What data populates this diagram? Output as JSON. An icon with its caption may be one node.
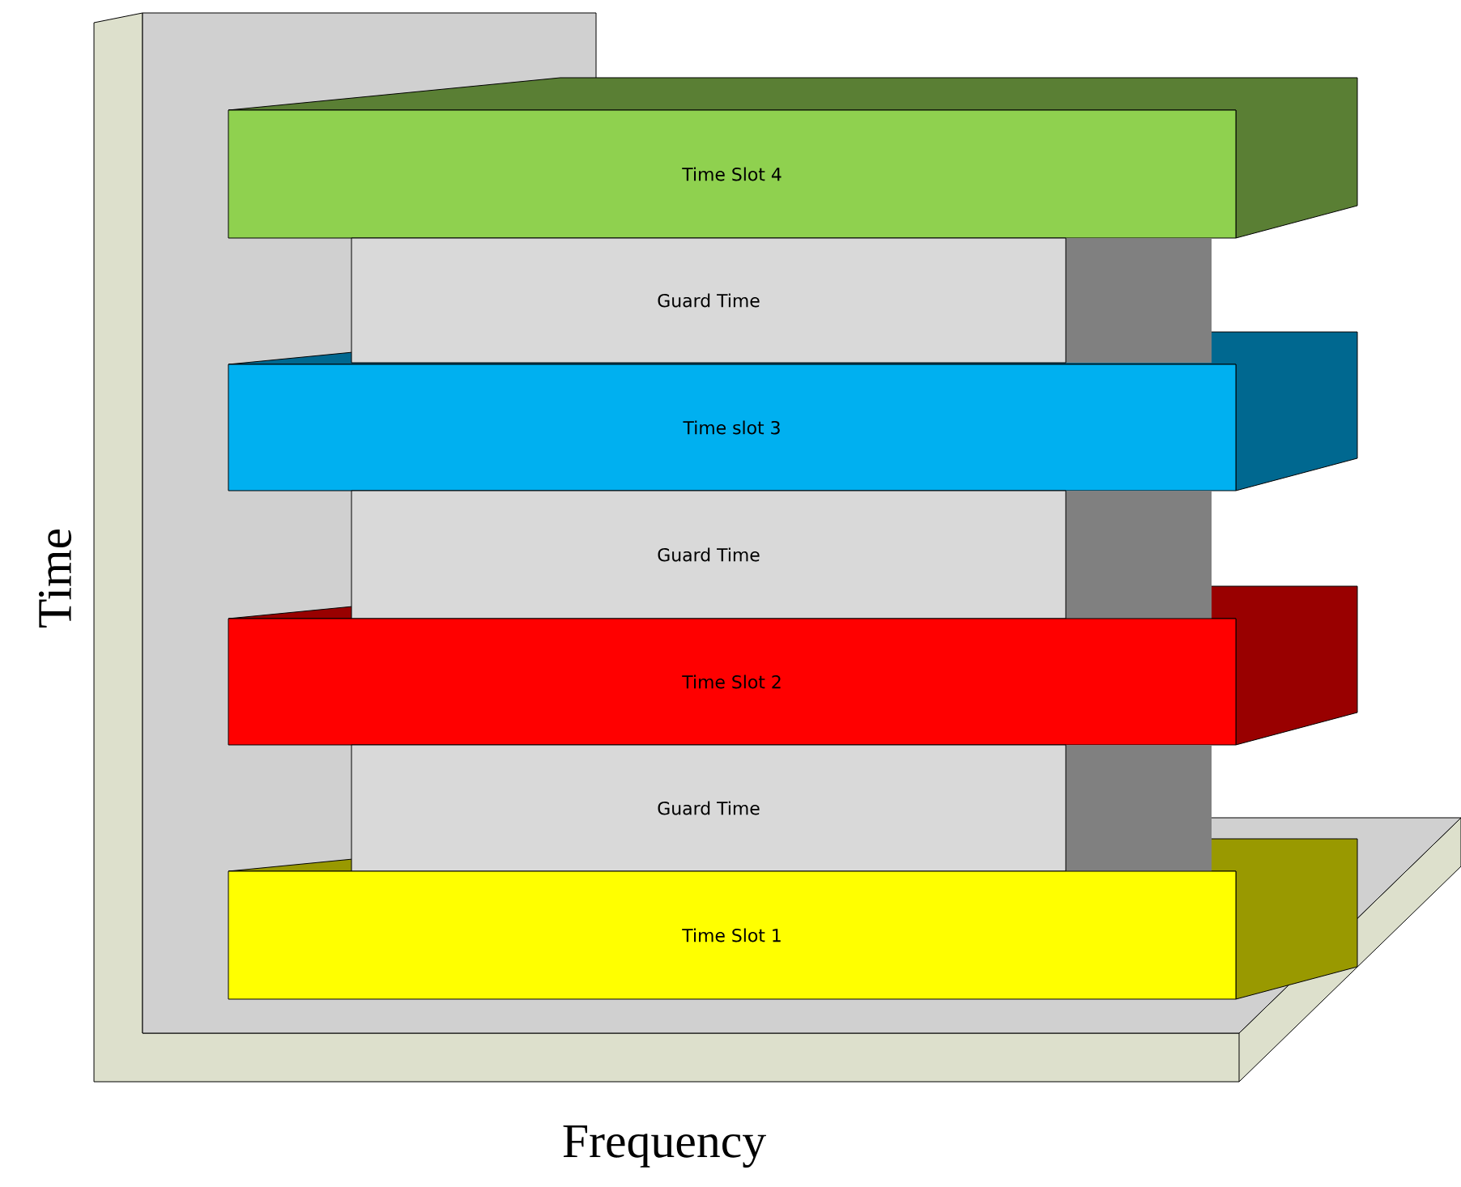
{
  "diagram": {
    "nodes": [
      {
        "text": [
          "Time Slot 4"
        ]
      },
      {
        "text": [
          "Guard Time"
        ]
      },
      {
        "text": [
          "Time slot 3"
        ]
      },
      {
        "text": [
          "Guard Time"
        ]
      },
      {
        "text": [
          "Time Slot 2"
        ]
      },
      {
        "text": [
          "Guard Time"
        ]
      },
      {
        "text": [
          "Time Slot 1"
        ]
      }
    ],
    "labels": [
      "Time",
      "Frequency"
    ]
  }
}
